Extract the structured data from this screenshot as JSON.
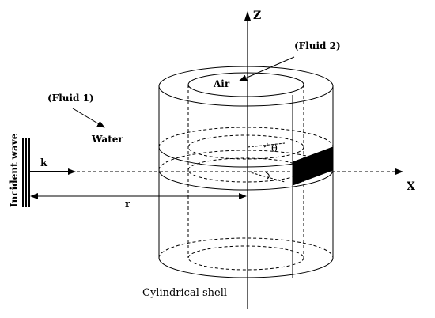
{
  "diagram": {
    "labels": {
      "z_axis": "Z",
      "x_axis": "X",
      "fluid2": "(Fluid 2)",
      "air": "Air",
      "fluid1": "(Fluid 1)",
      "water": "Water",
      "incident_wave": "Incident wave",
      "k": "k",
      "r": "r",
      "theta": "θ",
      "caption": "Cylindrical shell"
    },
    "colors": {
      "stroke": "#000000",
      "background": "#ffffff",
      "strip_fill": "#000000"
    }
  }
}
